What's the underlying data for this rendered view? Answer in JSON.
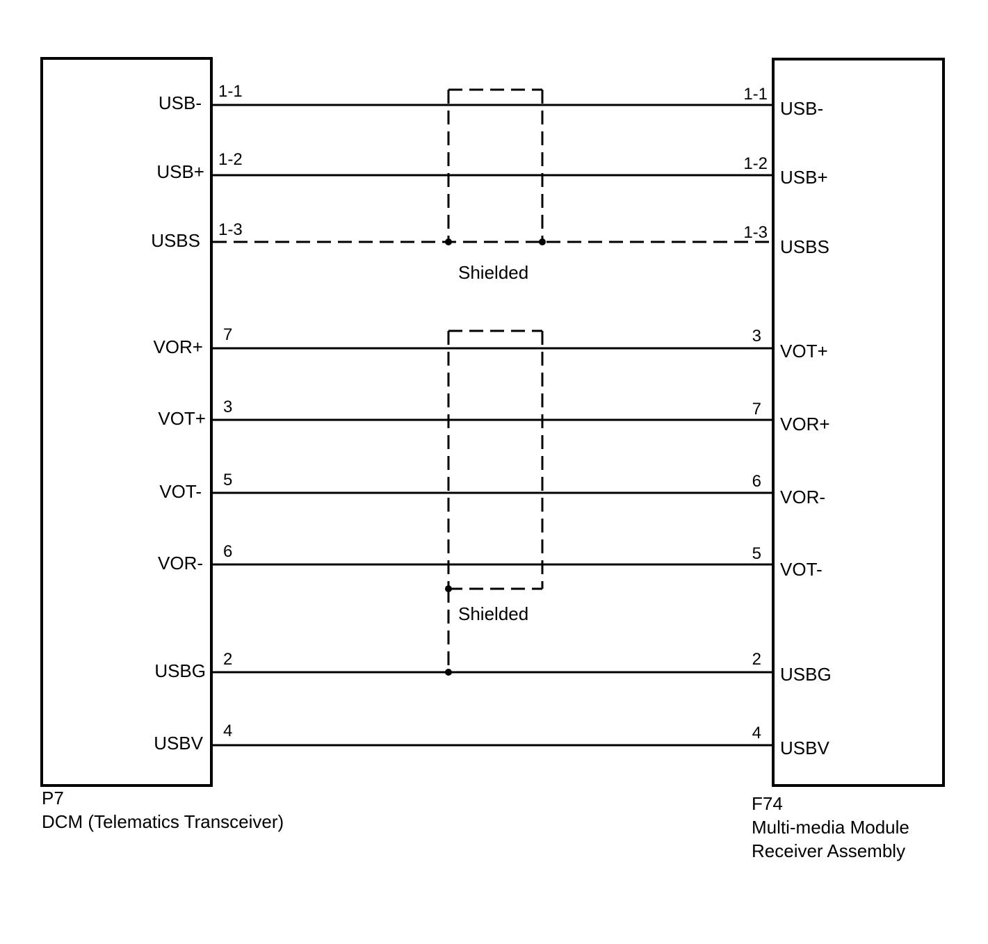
{
  "left_component": {
    "code": "P7",
    "name": "DCM (Telematics Transceiver)",
    "pins": [
      {
        "label": "USB-",
        "pin": "1-1"
      },
      {
        "label": "USB+",
        "pin": "1-2"
      },
      {
        "label": "USBS",
        "pin": "1-3"
      },
      {
        "label": "VOR+",
        "pin": "7"
      },
      {
        "label": "VOT+",
        "pin": "3"
      },
      {
        "label": "VOT-",
        "pin": "5"
      },
      {
        "label": "VOR-",
        "pin": "6"
      },
      {
        "label": "USBG",
        "pin": "2"
      },
      {
        "label": "USBV",
        "pin": "4"
      }
    ]
  },
  "right_component": {
    "code": "F74",
    "name_line1": "Multi-media Module",
    "name_line2": "Receiver Assembly",
    "pins": [
      {
        "label": "USB-",
        "pin": "1-1"
      },
      {
        "label": "USB+",
        "pin": "1-2"
      },
      {
        "label": "USBS",
        "pin": "1-3"
      },
      {
        "label": "VOT+",
        "pin": "3"
      },
      {
        "label": "VOR+",
        "pin": "7"
      },
      {
        "label": "VOR-",
        "pin": "6"
      },
      {
        "label": "VOT-",
        "pin": "5"
      },
      {
        "label": "USBG",
        "pin": "2"
      },
      {
        "label": "USBV",
        "pin": "4"
      }
    ]
  },
  "shields": [
    {
      "label": "Shielded"
    },
    {
      "label": "Shielded"
    }
  ]
}
